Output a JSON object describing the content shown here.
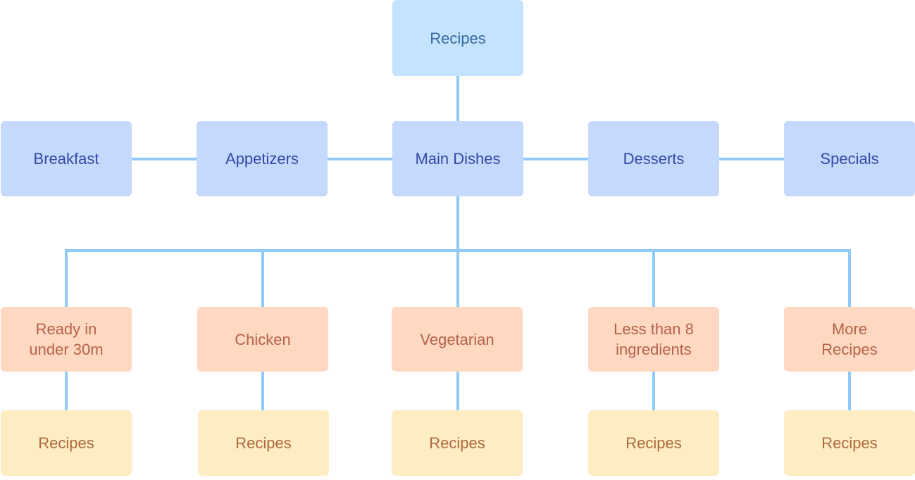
{
  "root": {
    "label": "Recipes"
  },
  "categories": [
    {
      "label": "Breakfast"
    },
    {
      "label": "Appetizers"
    },
    {
      "label": "Main Dishes"
    },
    {
      "label": "Desserts"
    },
    {
      "label": "Specials"
    }
  ],
  "subcategories": [
    {
      "label": "Ready in under 30m"
    },
    {
      "label": "Chicken"
    },
    {
      "label": "Vegetarian"
    },
    {
      "label": "Less than 8 ingredients"
    },
    {
      "label": "More Recipes"
    }
  ],
  "leaves": [
    {
      "label": "Recipes"
    },
    {
      "label": "Recipes"
    },
    {
      "label": "Recipes"
    },
    {
      "label": "Recipes"
    },
    {
      "label": "Recipes"
    }
  ],
  "colors": {
    "connector": "#90caf9",
    "root_fill": "#c3e3fe",
    "root_text": "#39679f",
    "category_fill": "#c5d9fc",
    "category_text": "#3548a8",
    "subcategory_fill": "#fed8c1",
    "subcategory_text": "#b56349",
    "leaf_fill": "#feedc3",
    "leaf_text": "#ad6941"
  }
}
